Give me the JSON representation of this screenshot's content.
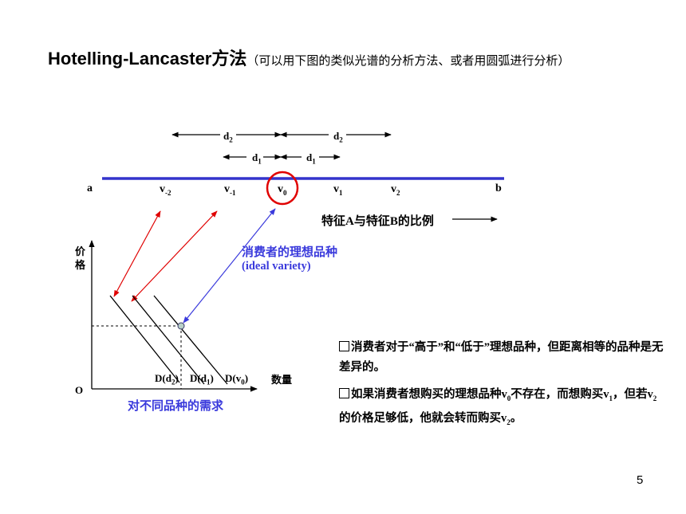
{
  "title": {
    "main": "Hotelling-Lancaster方法",
    "sub": "（可以用下图的类似光谱的分析方法、或者用圆弧进行分析）"
  },
  "spectrum": {
    "end_left": "a",
    "end_right": "b",
    "varieties": [
      {
        "base": "v",
        "sub": "-2"
      },
      {
        "base": "v",
        "sub": "-1"
      },
      {
        "base": "v",
        "sub": "0"
      },
      {
        "base": "v",
        "sub": "1"
      },
      {
        "base": "v",
        "sub": "2"
      }
    ],
    "distances": {
      "d2_left": {
        "base": "d",
        "sub": "2"
      },
      "d2_right": {
        "base": "d",
        "sub": "2"
      },
      "d1_left": {
        "base": "d",
        "sub": "1"
      },
      "d1_right": {
        "base": "d",
        "sub": "1"
      }
    },
    "ratio_label": "特征A与特征B的比例",
    "line_color": "#3333cc",
    "highlight_color": "#e00000"
  },
  "ideal_variety": {
    "zh": "消费者的理想品种",
    "en": "(ideal variety)",
    "color": "#3a3adc"
  },
  "demand_chart": {
    "y_axis_label": "价格",
    "x_axis_label": "数量",
    "origin": "O",
    "curves": [
      "D(d2)",
      "D(d1)",
      "D(v0)"
    ],
    "curve_labels": [
      {
        "base": "D(d",
        "sub": "2",
        "tail": ")"
      },
      {
        "base": "D(d",
        "sub": "1",
        "tail": ")"
      },
      {
        "base": "D(v",
        "sub": "0",
        "tail": ")"
      }
    ],
    "caption": "对不同品种的需求"
  },
  "notes": [
    {
      "parts": [
        "消费者对于“高于”和“低于”理想品种，但距离相等的品种是无差异的。"
      ]
    },
    {
      "parts": [
        "如果消费者想购买的理想品种v",
        "0",
        "不存在，而想购买v",
        "1",
        "，但若v",
        "2",
        "的价格足够低，他就会转而购买v",
        "2",
        "。"
      ]
    }
  ],
  "page_number": "5"
}
